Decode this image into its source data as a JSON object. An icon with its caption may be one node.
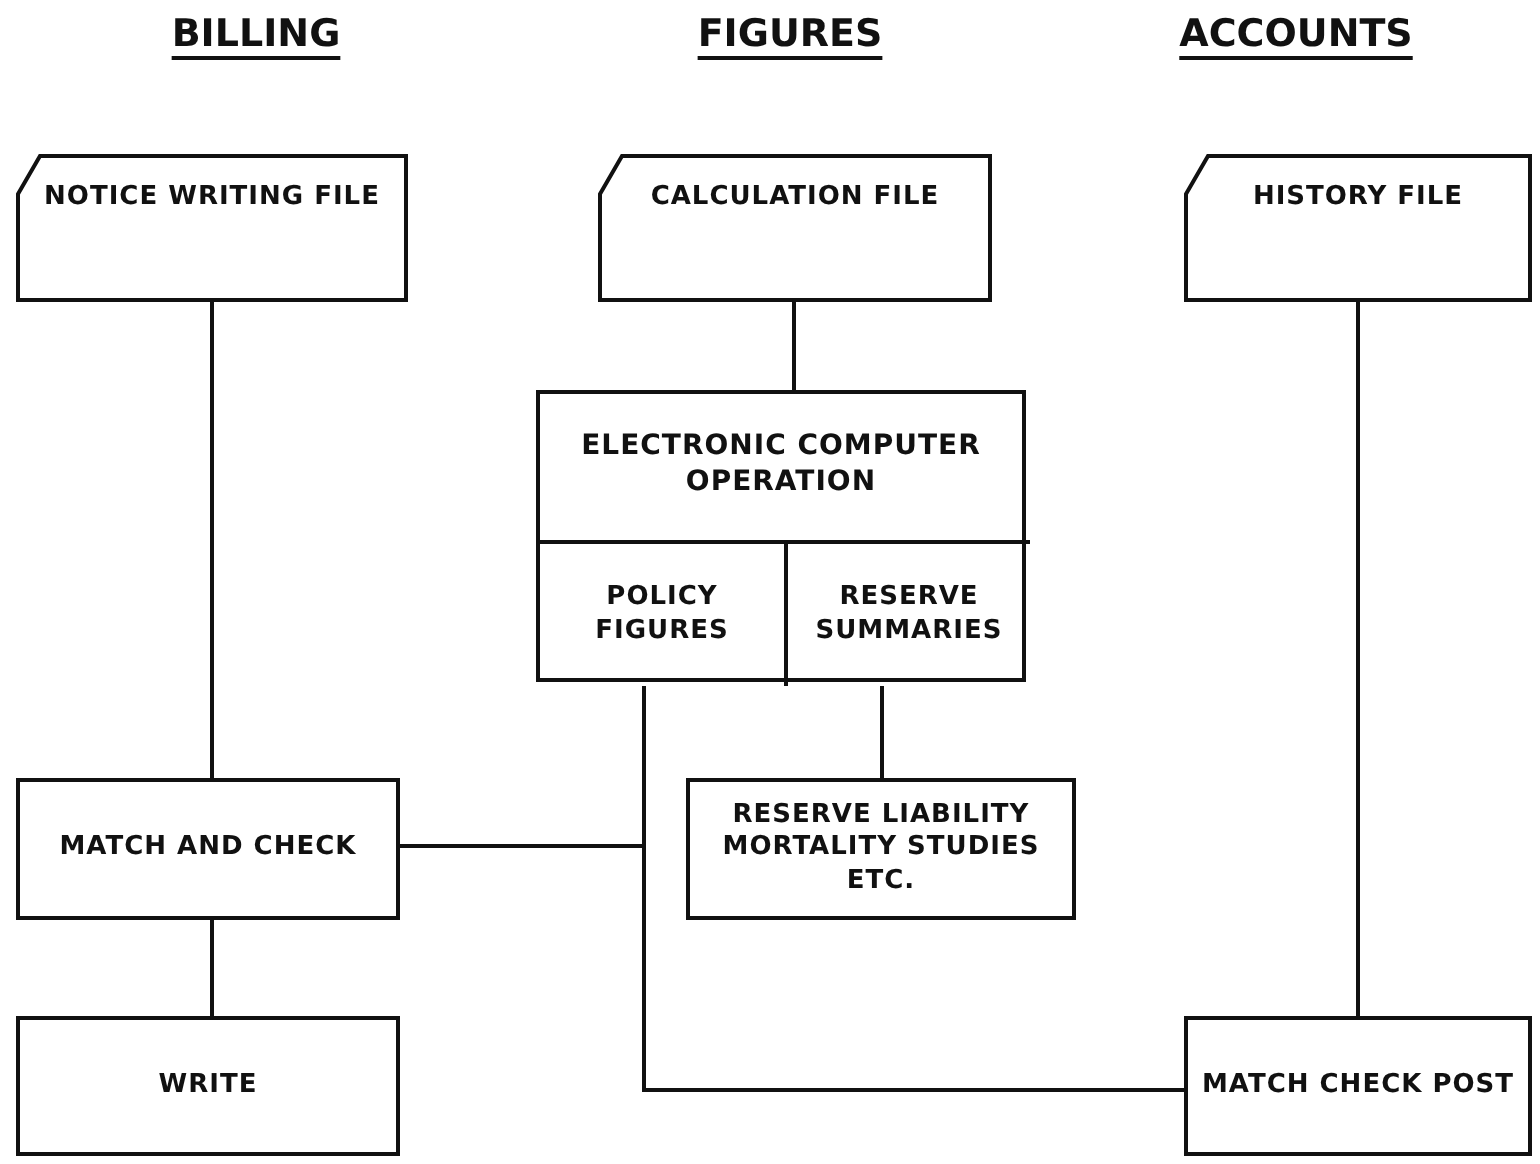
{
  "diagram": {
    "nodes": [
      {
        "text": [
          "NOTICE WRITING FILE"
        ]
      },
      {
        "text": [
          "CALCULATION FILE"
        ]
      },
      {
        "text": [
          "HISTORY FILE"
        ]
      },
      {
        "text": [
          "ELECTRONIC COMPUTER OPERATION"
        ]
      },
      {
        "text": [
          "POLICY FIGURES"
        ],
        "in": 3
      },
      {
        "text": [
          "RESERVE SUMMARIES"
        ],
        "in": 3
      },
      {
        "text": [
          "MATCH AND CHECK"
        ]
      },
      {
        "text": [
          "RESERVE LIABILITY MORTALITY STUDIES ETC."
        ]
      },
      {
        "text": [
          "WRITE"
        ]
      },
      {
        "text": [
          "MATCH CHECK POST"
        ]
      }
    ],
    "edges": [
      {
        "from": 0,
        "to": 6,
        "arrow": "none"
      },
      {
        "from": 1,
        "to": 3,
        "arrow": "none"
      },
      {
        "from": 2,
        "to": 9,
        "arrow": "none"
      },
      {
        "from": 5,
        "to": 7,
        "arrow": "none"
      },
      {
        "from": 4,
        "to": 6,
        "arrow": "none"
      },
      {
        "from": 4,
        "to": 9,
        "arrow": "none"
      },
      {
        "from": 6,
        "to": 8,
        "arrow": "none"
      }
    ],
    "labels": [
      "BILLING",
      "FIGURES",
      "ACCOUNTS"
    ]
  }
}
